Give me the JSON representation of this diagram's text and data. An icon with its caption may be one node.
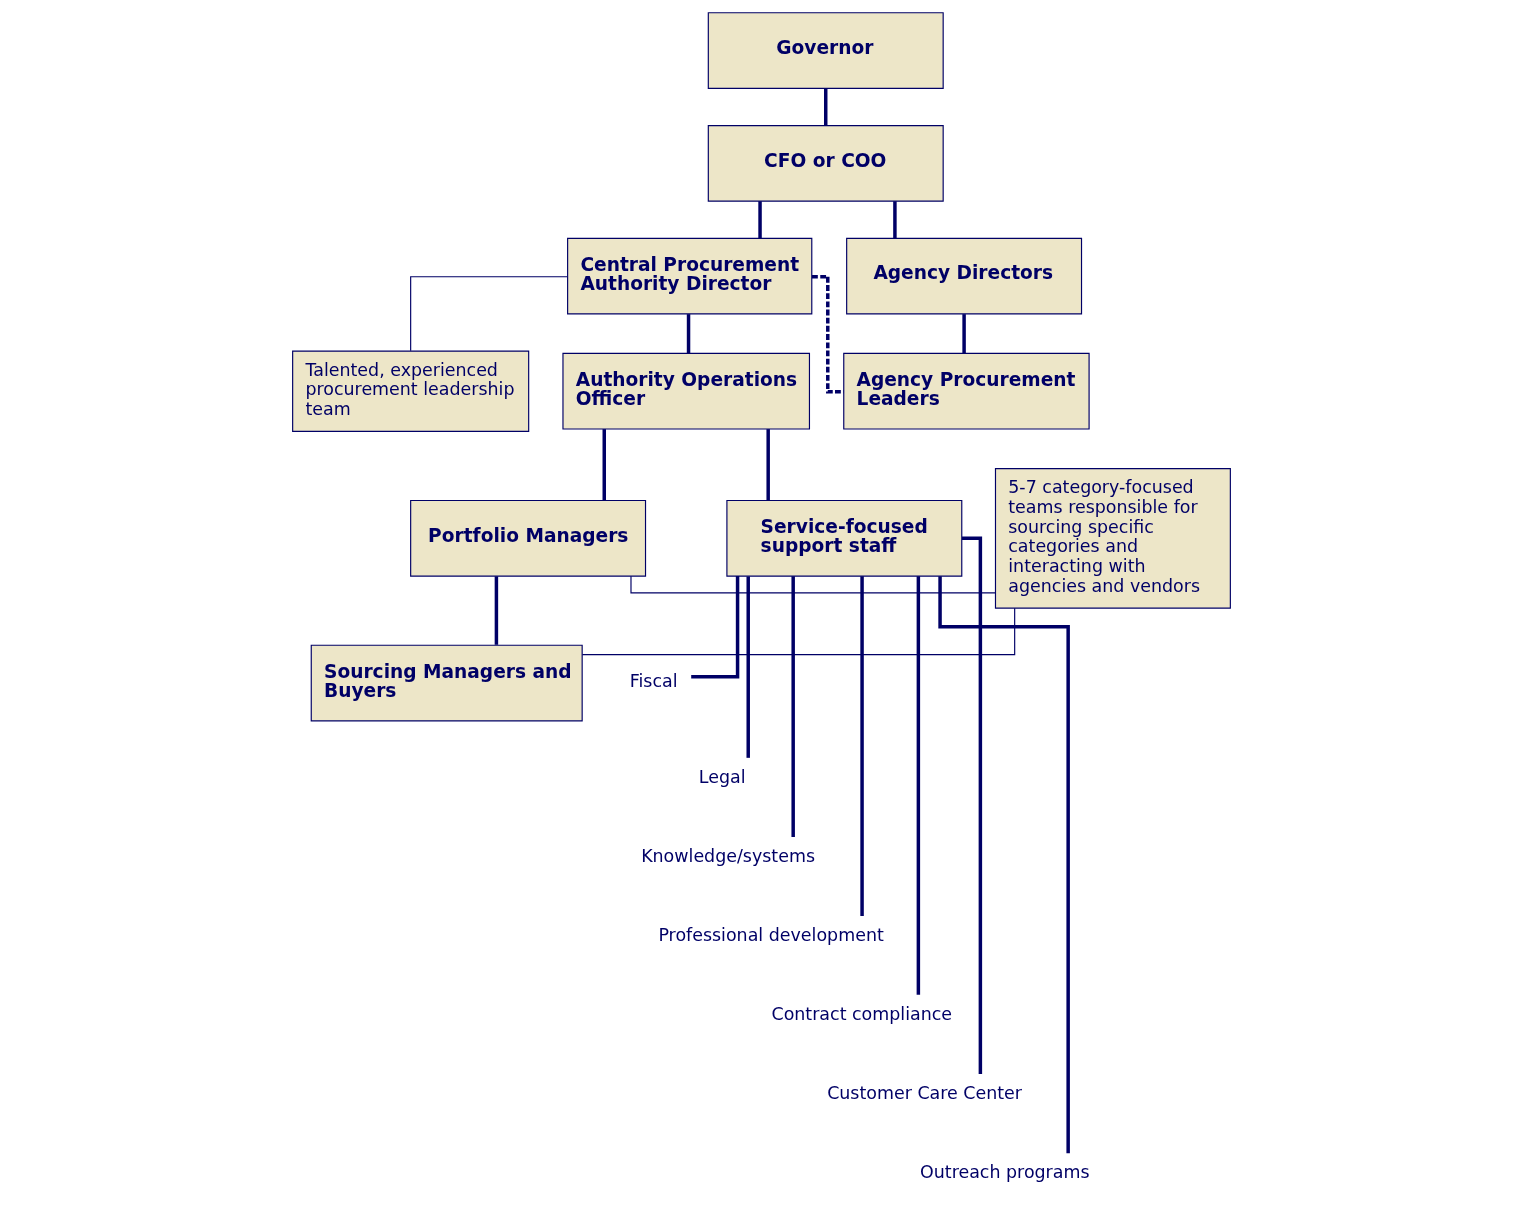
{
  "diagram": {
    "nodes": [
      {
        "text": [
          "Governor"
        ]
      },
      {
        "text": [
          "CFO or COO"
        ]
      },
      {
        "text": [
          "Talented, experienced procurement leadership team"
        ]
      },
      {
        "text": [
          "Central Procurement Authority Director"
        ]
      },
      {
        "text": [
          "Agency Directors"
        ]
      },
      {
        "text": [
          "Authority Operations Officer"
        ]
      },
      {
        "text": [
          "Agency Procurement Leaders"
        ]
      },
      {
        "text": [
          "Portfolio Managers"
        ]
      },
      {
        "text": [
          "5-7 category-focused teams responsible for sourcing specific categories and interacting with agencies and vendors"
        ]
      },
      {
        "text": [
          "Service-focused support staff"
        ]
      },
      {
        "text": [
          "Sourcing Managers and Buyers"
        ]
      },
      {
        "text": [
          "Fiscal"
        ]
      },
      {
        "text": [
          "Legal"
        ]
      },
      {
        "text": [
          "Knowledge/systems"
        ]
      },
      {
        "text": [
          "Professional development"
        ]
      },
      {
        "text": [
          "Contract compliance"
        ]
      },
      {
        "text": [
          "Customer Care Center"
        ]
      },
      {
        "text": [
          "Outreach programs"
        ]
      }
    ],
    "edges": [
      {
        "from": 0,
        "to": 1,
        "arrow": "none"
      },
      {
        "from": 1,
        "to": 3,
        "arrow": "none"
      },
      {
        "from": 1,
        "to": 4,
        "arrow": "none"
      },
      {
        "from": 2,
        "to": 3,
        "arrow": "none"
      },
      {
        "from": 3,
        "to": 5,
        "arrow": "none"
      },
      {
        "from": 4,
        "to": 6,
        "arrow": "none"
      },
      {
        "from": 3,
        "to": 6,
        "arrow": "none",
        "style": "dashed"
      },
      {
        "from": 5,
        "to": 7,
        "arrow": "none"
      },
      {
        "from": 5,
        "to": 9,
        "arrow": "none"
      },
      {
        "from": 7,
        "to": 10,
        "arrow": "none"
      },
      {
        "from": 8,
        "to": 7,
        "arrow": "none"
      },
      {
        "from": 8,
        "to": 10,
        "arrow": "none"
      },
      {
        "from": 9,
        "to": 11,
        "arrow": "none"
      },
      {
        "from": 9,
        "to": 12,
        "arrow": "none"
      },
      {
        "from": 9,
        "to": 13,
        "arrow": "none"
      },
      {
        "from": 9,
        "to": 14,
        "arrow": "none"
      },
      {
        "from": 9,
        "to": 15,
        "arrow": "none"
      },
      {
        "from": 9,
        "to": 16,
        "arrow": "none"
      },
      {
        "from": 9,
        "to": 17,
        "arrow": "none"
      }
    ]
  }
}
